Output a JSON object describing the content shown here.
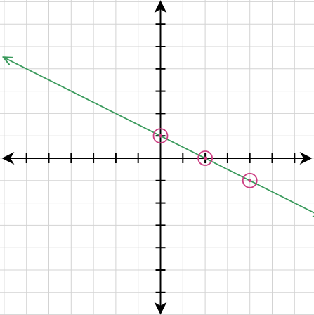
{
  "chart_data": {
    "type": "line",
    "title": "",
    "xlabel": "",
    "ylabel": "",
    "xlim": [
      -7,
      7
    ],
    "ylim": [
      -7,
      7
    ],
    "grid": true,
    "x_axis_arrows": true,
    "y_axis_arrows": true,
    "series": [
      {
        "color": "#3a9a5c",
        "line": {
          "slope": -0.5,
          "intercept": 1,
          "arrows_both_ends": true
        },
        "x": [
          -7,
          7.2
        ],
        "y": [
          4.5,
          -2.6
        ]
      }
    ],
    "highlighted_points": {
      "color": "#cc3d82",
      "x": [
        0,
        2,
        4
      ],
      "y": [
        1,
        0,
        -1
      ]
    }
  },
  "colors": {
    "grid": "#d3d3d3",
    "axis": "#000000",
    "line": "#3a9a5c",
    "marker": "#cc3d82"
  }
}
